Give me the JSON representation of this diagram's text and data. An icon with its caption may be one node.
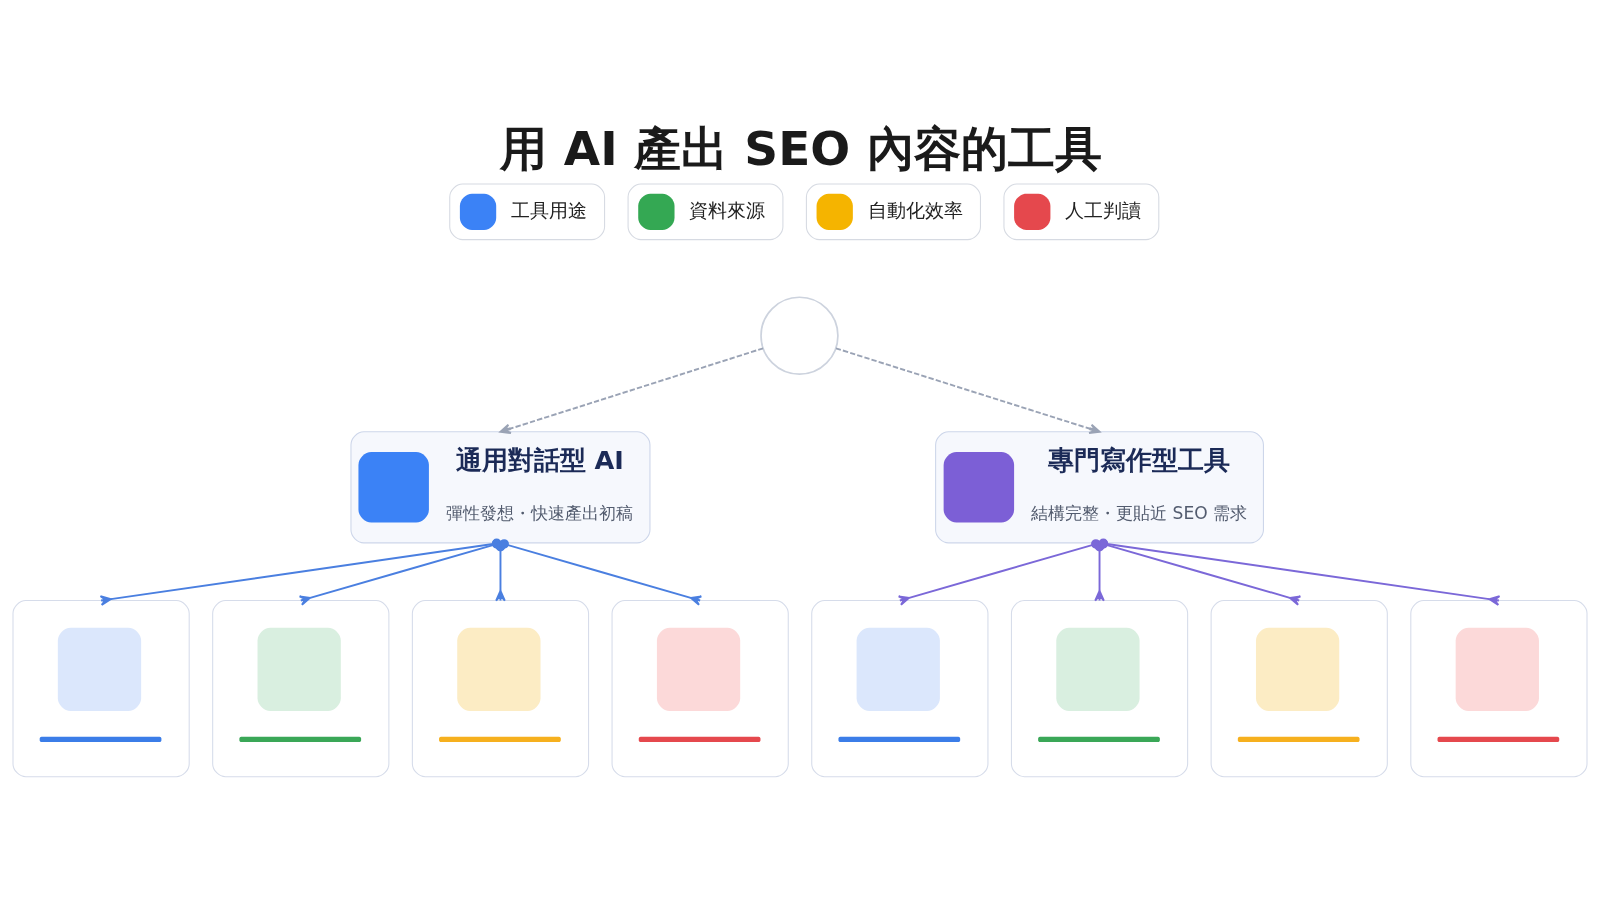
{
  "diagram": {
    "title": "用 AI 產出 SEO 內容的工具",
    "nodes": [
      {
        "text": [],
        "shape": "circle"
      },
      {
        "text": [
          "通用對話型 AI",
          "彈性發想・快速產出初稿"
        ]
      },
      {
        "text": [
          "專門寫作型工具",
          "結構完整・更貼近 SEO 需求"
        ]
      },
      {
        "text": [],
        "shape": "picture"
      },
      {
        "text": [],
        "shape": "picture"
      },
      {
        "text": [],
        "shape": "picture"
      },
      {
        "text": [],
        "shape": "picture"
      },
      {
        "text": [],
        "shape": "picture"
      },
      {
        "text": [],
        "shape": "picture"
      },
      {
        "text": [],
        "shape": "picture"
      },
      {
        "text": [],
        "shape": "picture"
      }
    ],
    "edges": [
      {
        "from": 0,
        "to": 1,
        "arrow": "to",
        "style": "dashed",
        "color": "#9aa3b5"
      },
      {
        "from": 0,
        "to": 2,
        "arrow": "to",
        "style": "dashed",
        "color": "#9aa3b5"
      },
      {
        "from": 1,
        "to": 3,
        "arrow": "other",
        "color": "#4a7fe0"
      },
      {
        "from": 1,
        "to": 4,
        "arrow": "other",
        "color": "#4a7fe0"
      },
      {
        "from": 1,
        "to": 5,
        "arrow": "other",
        "color": "#4a7fe0"
      },
      {
        "from": 1,
        "to": 6,
        "arrow": "other",
        "color": "#4a7fe0"
      },
      {
        "from": 2,
        "to": 7,
        "arrow": "other",
        "color": "#7b68d8"
      },
      {
        "from": 2,
        "to": 8,
        "arrow": "other",
        "color": "#7b68d8"
      },
      {
        "from": 2,
        "to": 9,
        "arrow": "other",
        "color": "#7b68d8"
      },
      {
        "from": 2,
        "to": 10,
        "arrow": "other",
        "color": "#7b68d8"
      }
    ],
    "legend": [
      {
        "text": "工具用途",
        "color": "#3b82f6"
      },
      {
        "text": "資料來源",
        "color": "#34a853"
      },
      {
        "text": "自動化效率",
        "color": "#f5b400"
      },
      {
        "text": "人工判讀",
        "color": "#e5484d"
      }
    ]
  }
}
